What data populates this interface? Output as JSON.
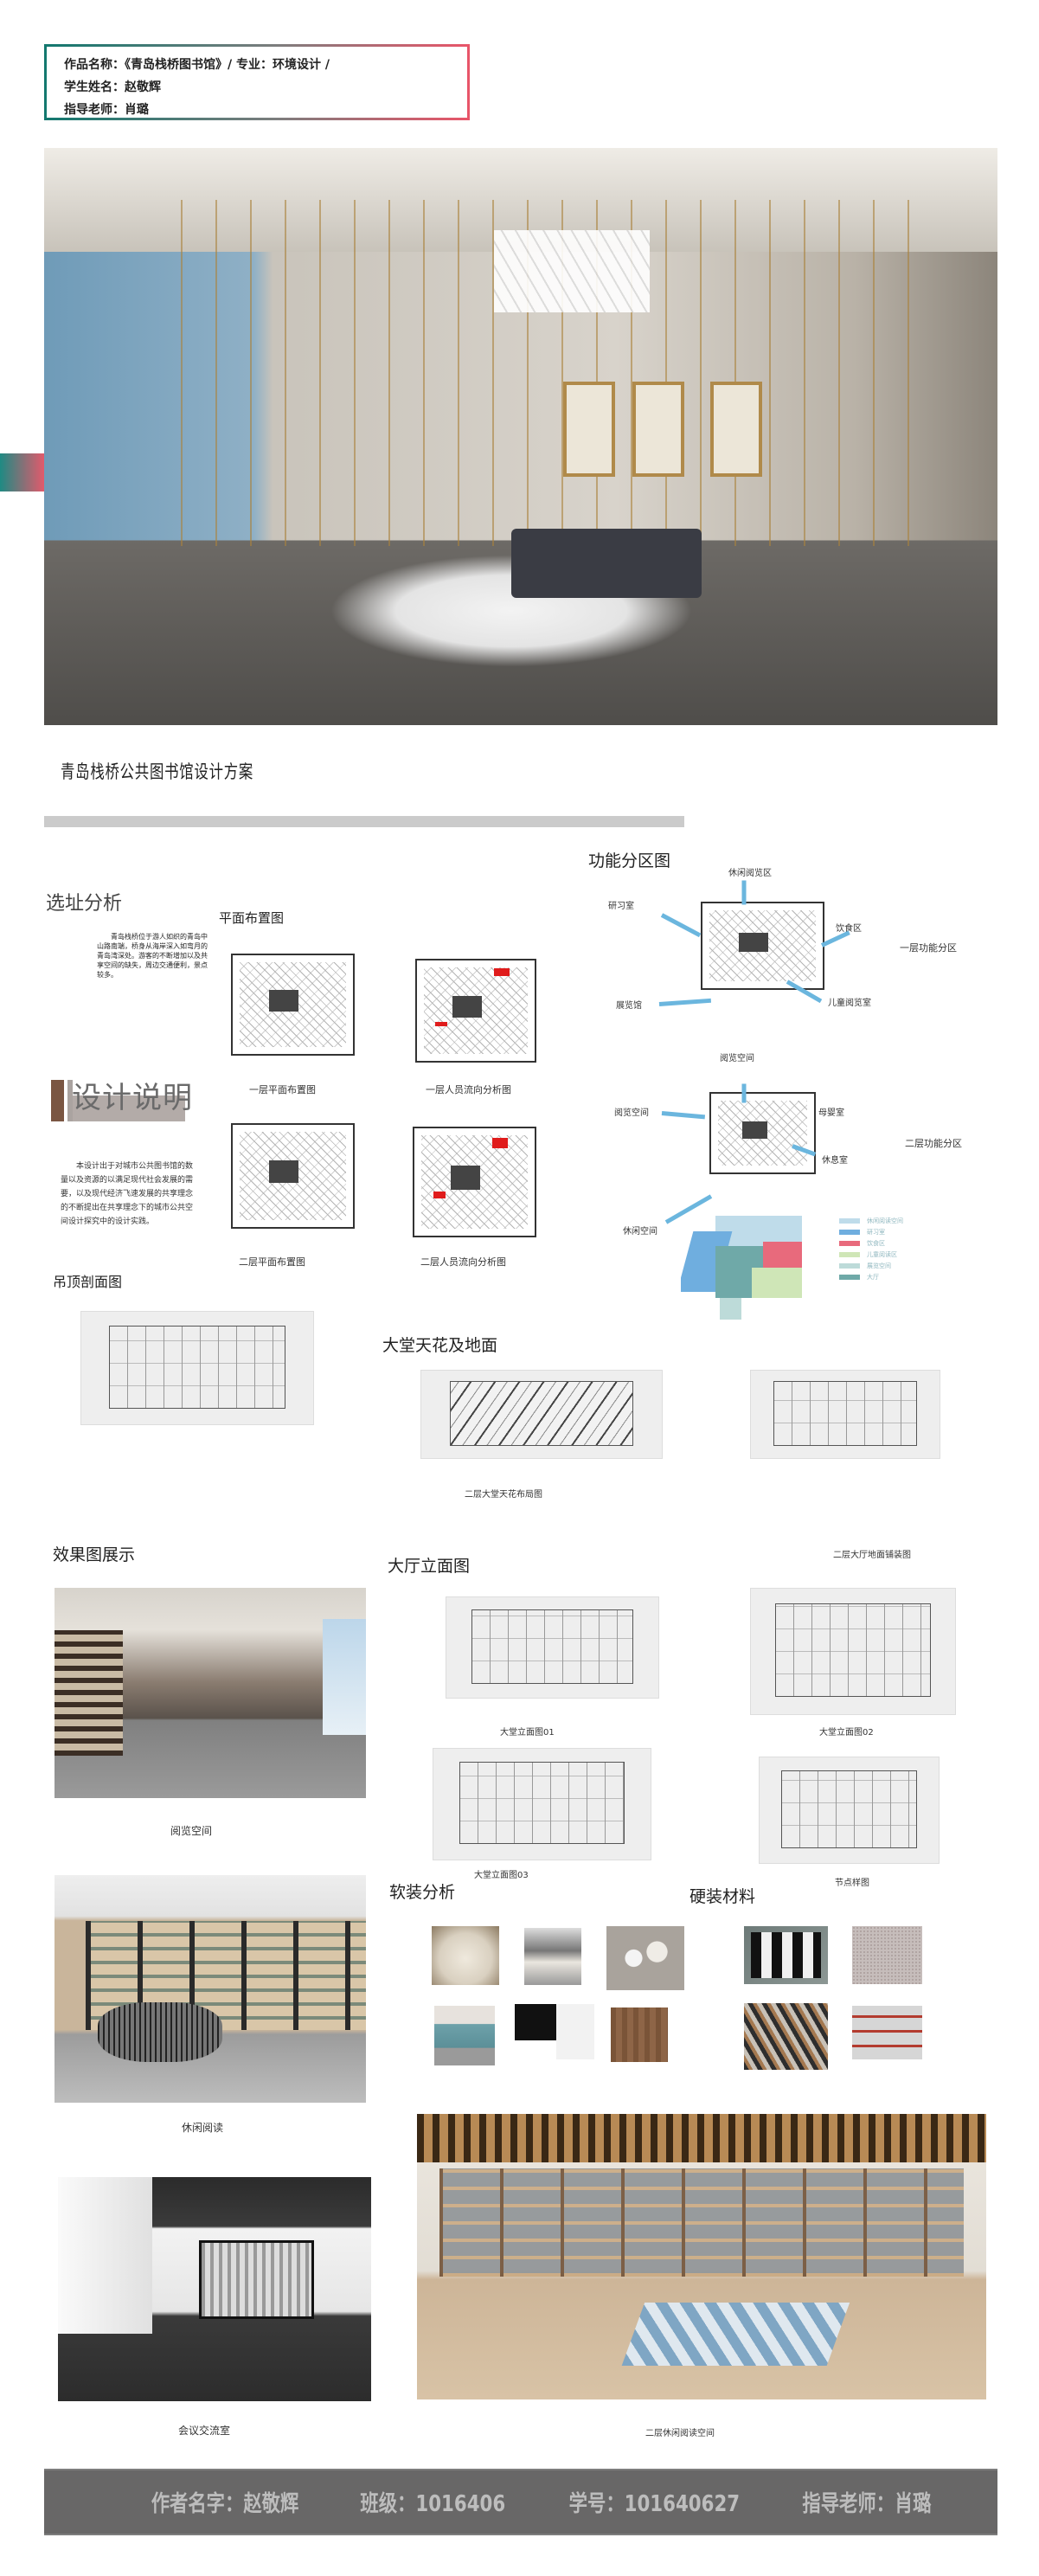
{
  "header": {
    "line1": "作品名称：《青岛栈桥图书馆》/ 专业：环境设计 /",
    "line2": "学生姓名：赵敬辉",
    "line3": "指导老师：肖璐"
  },
  "colors": {
    "accent_teal": "#13786f",
    "accent_pink": "#e85569",
    "footer_bg": "#686767"
  },
  "main_title": "青岛栈桥公共图书馆设计方案",
  "site": {
    "heading": "选址分析",
    "text": "青岛栈桥位于游人如织的青岛中山路南端，桥身从海岸深入如弯月的青岛湾深处。游客的不断增加以及共享空间的缺失，周边交通便利，景点较多。",
    "plan_heading": "平面布置图",
    "captions": [
      "一层平面布置图",
      "一层人员流向分析图",
      "二层平面布置图",
      "二层人员流向分析图"
    ]
  },
  "design": {
    "heading": "设计说明",
    "text": "本设计出于对城市公共图书馆的数量以及资源的以满足现代社会发展的需要，以及现代经济飞速发展的共享理念的不断提出在共享理念下的城市公共空间设计探究中的设计实践。"
  },
  "zoning": {
    "heading": "功能分区图",
    "floor1": {
      "title": "一层功能分区",
      "labels": [
        "休闲阅览区",
        "研习室",
        "饮食区",
        "展览馆",
        "儿童阅览室"
      ]
    },
    "floor2": {
      "title": "二层功能分区",
      "labels": [
        "阅览空间",
        "阅览空间",
        "母婴室",
        "休息室",
        "休闲空间"
      ]
    },
    "legend": [
      {
        "label": "休闲阅读空间",
        "color": "#bfdcea"
      },
      {
        "label": "研习室",
        "color": "#6faedf"
      },
      {
        "label": "饮食区",
        "color": "#e86a7c"
      },
      {
        "label": "儿童阅读区",
        "color": "#cfe6b7"
      },
      {
        "label": "展览空间",
        "color": "#bddbd9"
      },
      {
        "label": "大厅",
        "color": "#6fa9a8"
      }
    ]
  },
  "ceiling_section": {
    "heading": "吊顶剖面图"
  },
  "lobby": {
    "heading": "大堂天花及地面",
    "captions": [
      "二层大堂天花布局图",
      "二层大厅地面铺装图"
    ]
  },
  "renders": {
    "heading": "效果图展示",
    "captions": [
      "阅览空间",
      "休闲阅读",
      "会议交流室",
      "二层休闲阅读空间"
    ]
  },
  "elevations": {
    "heading": "大厅立面图",
    "captions": [
      "大堂立面图01",
      "大堂立面图02",
      "大堂立面图03",
      "节点样图"
    ]
  },
  "soft": {
    "heading": "软装分析"
  },
  "hard": {
    "heading": "硬装材料"
  },
  "footer": {
    "author": "作者名字：赵敬辉",
    "class": "班级：1016406",
    "student_id": "学号：101640627",
    "advisor": "指导老师：肖璐"
  }
}
